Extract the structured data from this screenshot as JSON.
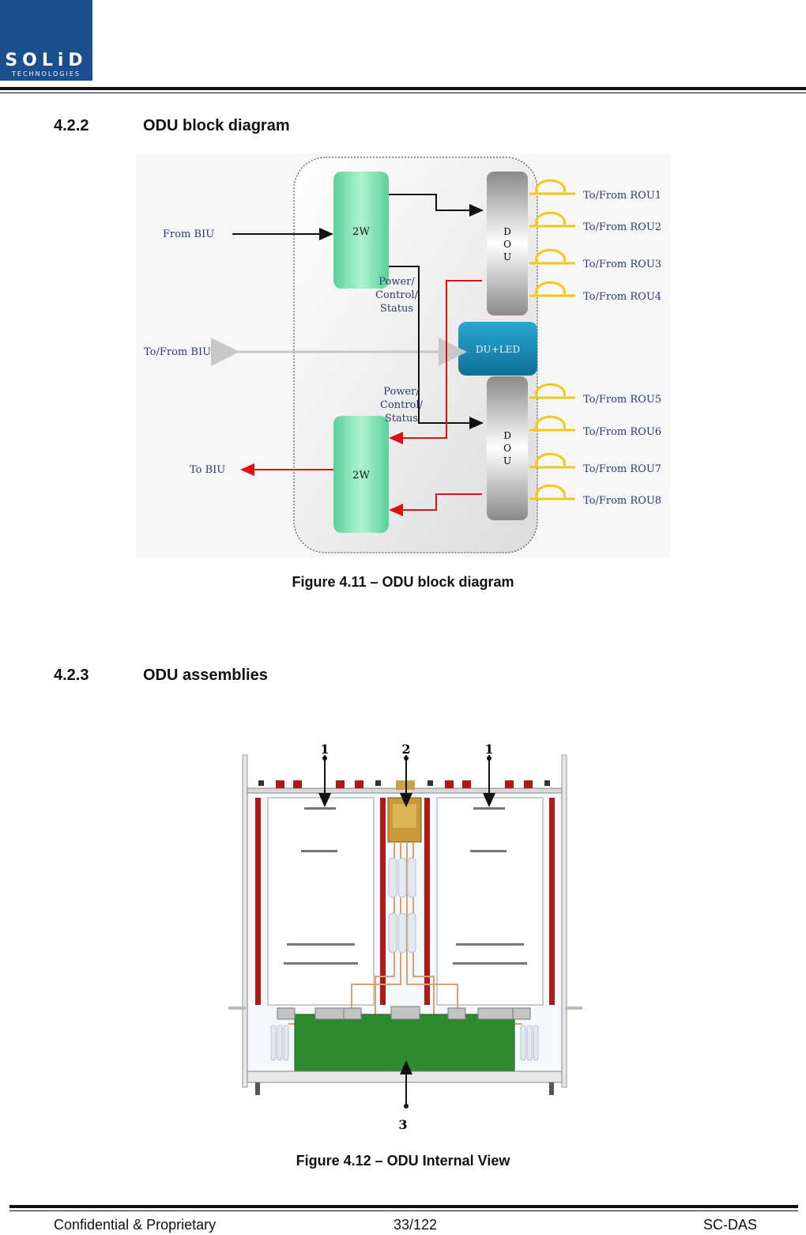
{
  "header": {
    "logo_text": "SOLiD",
    "logo_subtext": "TECHNOLOGIES"
  },
  "section_422": {
    "number": "4.2.2",
    "title": "ODU block diagram"
  },
  "figure_411": {
    "caption": "Figure 4.11 – ODU block diagram",
    "labels": {
      "from_biu": "From BIU",
      "to_from_biu": "To/From BIU",
      "to_biu": "To BIU",
      "twow_top": "2W",
      "twow_bottom": "2W",
      "dou_top_d": "D",
      "dou_top_o": "O",
      "dou_top_u": "U",
      "dou_bottom_d": "D",
      "dou_bottom_o": "O",
      "dou_bottom_u": "U",
      "du_led": "DU+LED",
      "power_top_1": "Power/",
      "power_top_2": "Control/",
      "power_top_3": "Status",
      "power_bottom_1": "Power/",
      "power_bottom_2": "Control/",
      "power_bottom_3": "Status",
      "rou1": "To/From ROU1",
      "rou2": "To/From ROU2",
      "rou3": "To/From ROU3",
      "rou4": "To/From ROU4",
      "rou5": "To/From ROU5",
      "rou6": "To/From ROU6",
      "rou7": "To/From ROU7",
      "rou8": "To/From ROU8"
    }
  },
  "section_423": {
    "number": "4.2.3",
    "title": "ODU assemblies"
  },
  "figure_412": {
    "caption": "Figure 4.12 – ODU Internal View",
    "callouts": {
      "left": "1",
      "center": "2",
      "right": "1",
      "bottom": "3"
    }
  },
  "footer": {
    "left": "Confidential & Proprietary",
    "center": "33/122",
    "right": "SC-DAS"
  },
  "colors": {
    "brand_blue": "#1a4e8c",
    "module_green": "#8ee0b4",
    "du_teal": "#1d8fb8",
    "signal_red": "#dd1111",
    "fiber_yellow": "#f2c81a",
    "pcb_green": "#2f8a2f",
    "chassis_red": "#b01818"
  }
}
